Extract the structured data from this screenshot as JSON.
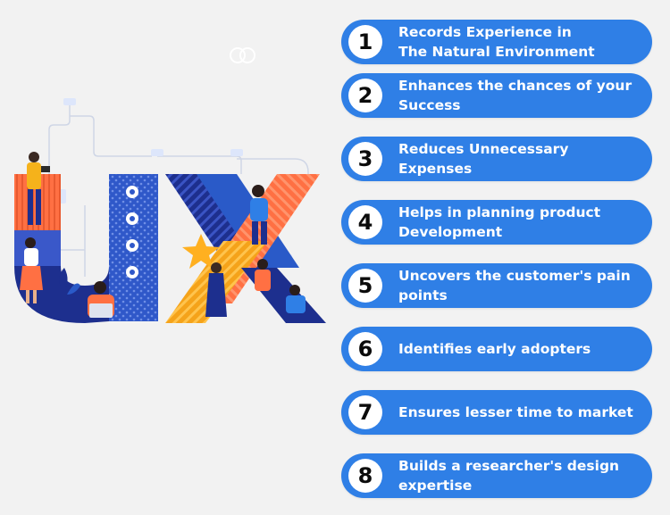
{
  "colors": {
    "background": "#f2f2f2",
    "pill": "#2f7fe6",
    "badge": "#ffffff",
    "badge_text": "#0b0b0b",
    "pill_text": "#ffffff",
    "navy": "#1d2f8e",
    "blue": "#2a5ac8",
    "orange": "#ff7043",
    "yellow": "#f5a31a"
  },
  "illustration": {
    "letters": "UX",
    "icons": [
      "cloud-icon",
      "user-persona-icon",
      "chat-bubble-icon",
      "star-icon"
    ]
  },
  "benefits": [
    {
      "number": "1",
      "text": "Records Experience in\nThe Natural Environment"
    },
    {
      "number": "2",
      "text": "Enhances the chances of your\nSuccess"
    },
    {
      "number": "3",
      "text": "Reduces Unnecessary Expenses"
    },
    {
      "number": "4",
      "text": "Helps in planning product\nDevelopment"
    },
    {
      "number": "5",
      "text": "Uncovers the customer's pain\npoints"
    },
    {
      "number": "6",
      "text": "Identifies early adopters"
    },
    {
      "number": "7",
      "text": "Ensures lesser time to market"
    },
    {
      "number": "8",
      "text": "Builds a researcher's design\nexpertise"
    }
  ]
}
